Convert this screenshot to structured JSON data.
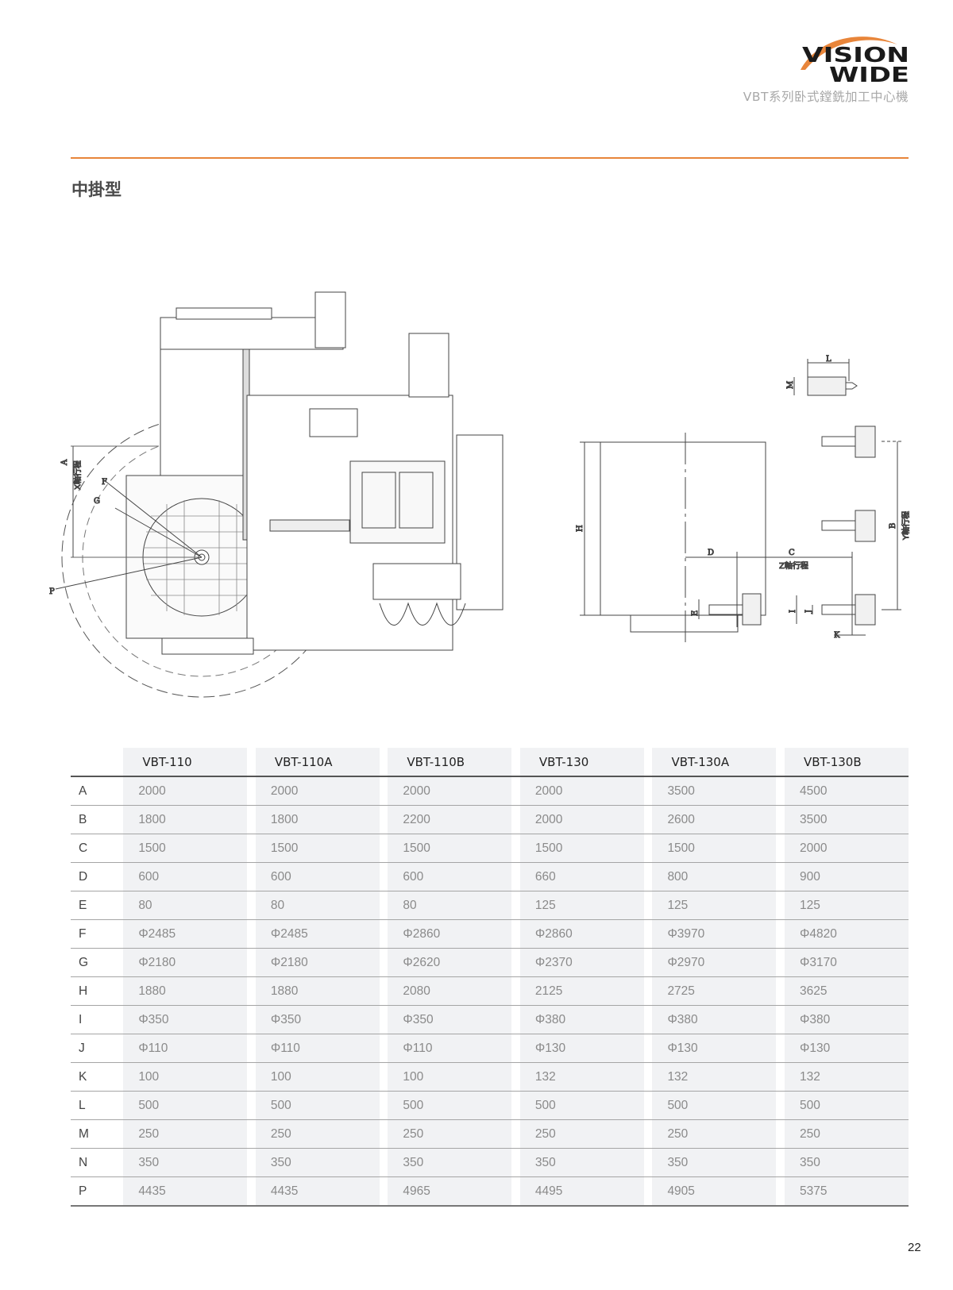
{
  "header": {
    "logo_text": [
      "VISION",
      "WIDE"
    ],
    "subtitle": "VBT系列卧式鏜銑加工中心機",
    "accent_color": "#e8853a"
  },
  "section_title": "中掛型",
  "drawing_labels": {
    "A": "A",
    "F": "F",
    "G": "G",
    "P": "P",
    "x_travel": "X軸行程",
    "H": "H",
    "D": "D",
    "C": "C",
    "z_travel": "Z軸行程",
    "E": "E",
    "L": "L",
    "M": "M",
    "B": "B",
    "y_travel": "Y軸行程",
    "I": "I",
    "J": "J",
    "K": "K"
  },
  "table": {
    "columns": [
      "VBT-110",
      "VBT-110A",
      "VBT-110B",
      "VBT-130",
      "VBT-130A",
      "VBT-130B"
    ],
    "rows": [
      {
        "label": "A",
        "values": [
          "2000",
          "2000",
          "2000",
          "2000",
          "3500",
          "4500"
        ]
      },
      {
        "label": "B",
        "values": [
          "1800",
          "1800",
          "2200",
          "2000",
          "2600",
          "3500"
        ]
      },
      {
        "label": "C",
        "values": [
          "1500",
          "1500",
          "1500",
          "1500",
          "1500",
          "2000"
        ]
      },
      {
        "label": "D",
        "values": [
          "600",
          "600",
          "600",
          "660",
          "800",
          "900"
        ]
      },
      {
        "label": "E",
        "values": [
          "80",
          "80",
          "80",
          "125",
          "125",
          "125"
        ]
      },
      {
        "label": "F",
        "values": [
          "Φ2485",
          "Φ2485",
          "Φ2860",
          "Φ2860",
          "Φ3970",
          "Φ4820"
        ]
      },
      {
        "label": "G",
        "values": [
          "Φ2180",
          "Φ2180",
          "Φ2620",
          "Φ2370",
          "Φ2970",
          "Φ3170"
        ]
      },
      {
        "label": "H",
        "values": [
          "1880",
          "1880",
          "2080",
          "2125",
          "2725",
          "3625"
        ]
      },
      {
        "label": "I",
        "values": [
          "Φ350",
          "Φ350",
          "Φ350",
          "Φ380",
          "Φ380",
          "Φ380"
        ]
      },
      {
        "label": "J",
        "values": [
          "Φ110",
          "Φ110",
          "Φ110",
          "Φ130",
          "Φ130",
          "Φ130"
        ]
      },
      {
        "label": "K",
        "values": [
          "100",
          "100",
          "100",
          "132",
          "132",
          "132"
        ]
      },
      {
        "label": "L",
        "values": [
          "500",
          "500",
          "500",
          "500",
          "500",
          "500"
        ]
      },
      {
        "label": "M",
        "values": [
          "250",
          "250",
          "250",
          "250",
          "250",
          "250"
        ]
      },
      {
        "label": "N",
        "values": [
          "350",
          "350",
          "350",
          "350",
          "350",
          "350"
        ]
      },
      {
        "label": "P",
        "values": [
          "4435",
          "4435",
          "4965",
          "4495",
          "4905",
          "5375"
        ]
      }
    ]
  },
  "page_number": "22"
}
